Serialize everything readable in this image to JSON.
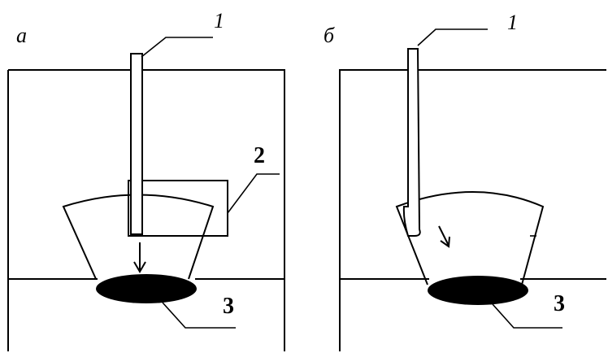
{
  "panels": [
    {
      "letter": "а",
      "callouts": {
        "electrode": "1",
        "box": "2",
        "pool": "3"
      }
    },
    {
      "letter": "б",
      "callouts": {
        "electrode": "1",
        "pool": "3"
      }
    }
  ],
  "colors": {
    "stroke": "#000000",
    "pool_fill": "#000000",
    "background": "#ffffff"
  }
}
